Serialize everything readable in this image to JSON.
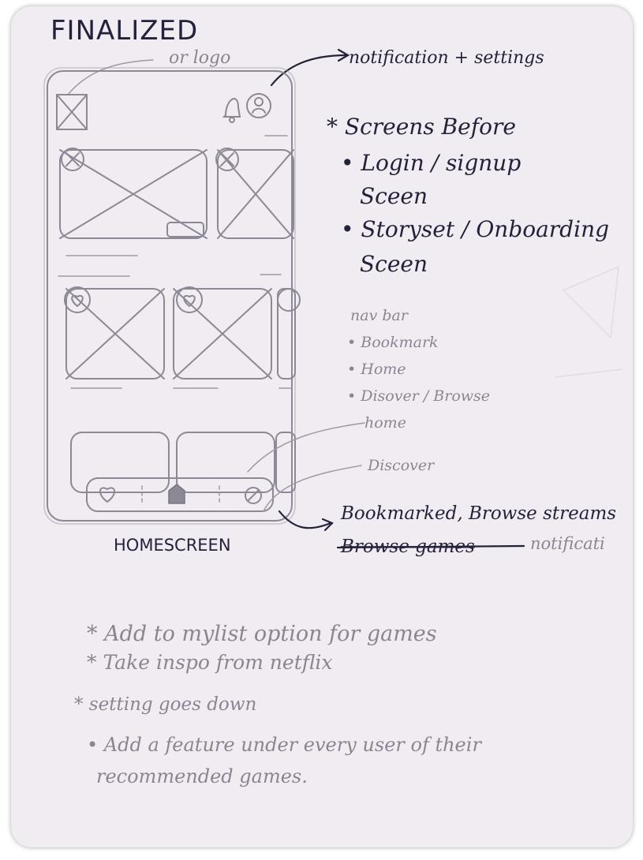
{
  "title": "FINALIZED",
  "logo_note": "or logo",
  "top_annotation": "notification + settings",
  "screens_before": {
    "heading": "* Screens Before",
    "items": [
      "• Login / signup",
      "Sceen",
      "• Storyset / Onboarding",
      "Sceen"
    ]
  },
  "navbar_notes": {
    "heading": "nav bar",
    "items": [
      "• Bookmark",
      "• Home",
      "• Disover / Browse"
    ]
  },
  "tab_labels": [
    "home",
    "Discover"
  ],
  "bottom_annotation": "Bookmarked, Browse streams",
  "bottom_annotation_2_strike": "Browse games",
  "bottom_annotation_2_note": "notificati",
  "screen_label": "HOMESCREEN",
  "todo_notes": [
    "* Add to mylist option for games",
    "* Take inspo from netflix",
    "* setting goes down",
    "• Add a feature under every user of their",
    "recommended games."
  ],
  "icons": {
    "logo": "logo-placeholder-icon",
    "bell": "bell-icon",
    "profile": "profile-icon",
    "bookmark": "heart-icon",
    "home": "home-icon",
    "discover": "compass-icon"
  }
}
